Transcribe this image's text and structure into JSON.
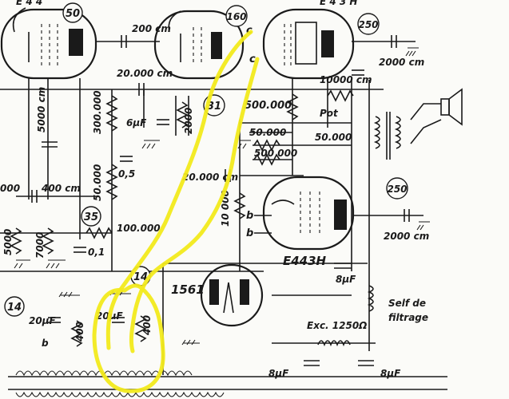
{
  "diagram": {
    "ring_labels": [
      {
        "id": "r50",
        "text": "50"
      },
      {
        "id": "r160",
        "text": "160"
      },
      {
        "id": "r250a",
        "text": "250"
      },
      {
        "id": "r31",
        "text": "31"
      },
      {
        "id": "r250b",
        "text": "250"
      },
      {
        "id": "r35",
        "text": "35"
      },
      {
        "id": "r14a",
        "text": "14"
      },
      {
        "id": "r14b",
        "text": "14"
      }
    ],
    "labels": [
      {
        "id": "c200",
        "text": "200 cm"
      },
      {
        "id": "c2000a",
        "text": "2000 cm"
      },
      {
        "id": "c20000",
        "text": "20.000 cm"
      },
      {
        "id": "c10000",
        "text": "10000 cm"
      },
      {
        "id": "r300000",
        "text": "300.000"
      },
      {
        "id": "c6uf",
        "text": "6µF"
      },
      {
        "id": "r2000",
        "text": "2000"
      },
      {
        "id": "r500000a",
        "text": "500.000"
      },
      {
        "id": "pot",
        "text": "Pot"
      },
      {
        "id": "c5000",
        "text": "5000 cm"
      },
      {
        "id": "r50000a",
        "text": "50.000"
      },
      {
        "id": "r500000b",
        "text": "500 000"
      },
      {
        "id": "r50000b",
        "text": "50.000"
      },
      {
        "id": "c05",
        "text": "0,5"
      },
      {
        "id": "r50000c",
        "text": "50.000"
      },
      {
        "id": "c20000b",
        "text": "20.000 cm"
      },
      {
        "id": "c400",
        "text": "400 cm"
      },
      {
        "id": "c000",
        "text": "000"
      },
      {
        "id": "r10000",
        "text": "10 000"
      },
      {
        "id": "r100000",
        "text": "100.000"
      },
      {
        "id": "c2000b",
        "text": "2000 cm"
      },
      {
        "id": "r5000",
        "text": "5000"
      },
      {
        "id": "r7000",
        "text": "7000"
      },
      {
        "id": "c01",
        "text": "0,1"
      },
      {
        "id": "e443h",
        "text": "E443H"
      },
      {
        "id": "t1561",
        "text": "1561"
      },
      {
        "id": "c8ufa",
        "text": "8µF"
      },
      {
        "id": "self1",
        "text": "Self de"
      },
      {
        "id": "self2",
        "text": "filtrage"
      },
      {
        "id": "exc",
        "text": "Exc. 1250Ω"
      },
      {
        "id": "c8ufb",
        "text": "8µF"
      },
      {
        "id": "c8ufc",
        "text": "8µF"
      },
      {
        "id": "c20uf",
        "text": "20µF"
      },
      {
        "id": "r400a",
        "text": "400"
      },
      {
        "id": "c20ufb",
        "text": "20µF"
      },
      {
        "id": "r400b",
        "text": "400"
      },
      {
        "id": "pb1",
        "text": "b"
      },
      {
        "id": "pb2",
        "text": "b"
      },
      {
        "id": "pc1",
        "text": "c"
      },
      {
        "id": "pc2",
        "text": "c"
      },
      {
        "id": "pb3",
        "text": "b"
      },
      {
        "id": "top1",
        "text": "E 4 4"
      },
      {
        "id": "top2",
        "text": "E 4 3 H"
      }
    ],
    "colors": {
      "ink": "#1a1a1a",
      "paper": "#fbfbf8",
      "highlight": "#f2ea1c"
    }
  }
}
